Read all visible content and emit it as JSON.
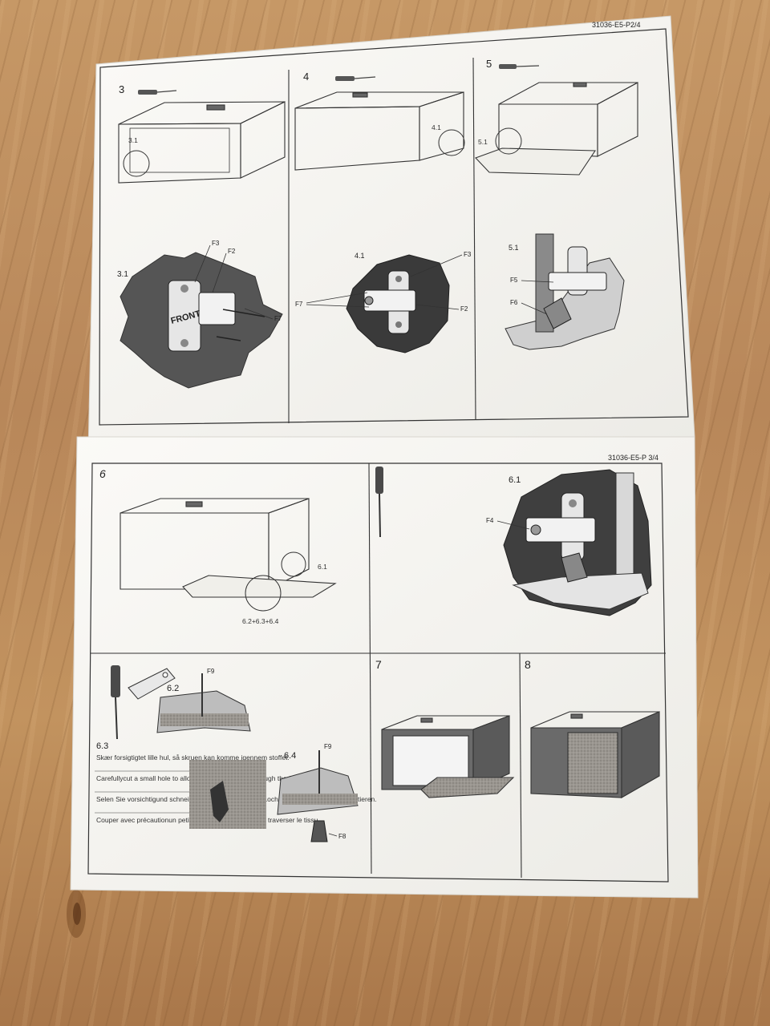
{
  "top_sheet": {
    "code": "31036-E5-P2/4",
    "panels": [
      {
        "step": "3",
        "subdetail": "3.1",
        "callouts": [
          "F3",
          "F2",
          "F7"
        ],
        "hinge_text": "FRONT"
      },
      {
        "step": "4",
        "subdetail": "4.1",
        "callouts": [
          "F3",
          "F7",
          "F2"
        ]
      },
      {
        "step": "5",
        "subdetail": "5.1",
        "callouts": [
          "F5",
          "F6"
        ]
      }
    ]
  },
  "bottom_sheet": {
    "code": "31036-E5-P 3/4",
    "step6": {
      "step": "6",
      "detail": "6.1",
      "combo": "6.2+6.3+6.4",
      "callout": "F4"
    },
    "step62": {
      "label": "6.2",
      "callout": "F9"
    },
    "step63": {
      "label": "6.3",
      "instructions": [
        "Skær forsigtigtet lille hul, så skruen kan komme igennem stoffet.",
        "Carefullycut a small hole to allow the screw to pass through the fabric.",
        "Selen Sie vorsichtigund schneiden Sie ein sehr kleines Loch, um die Schraube zu montieren.",
        "Couper avec précautionun petit trou pour que la vis peut traverser le tissu"
      ]
    },
    "step64": {
      "label": "6.4",
      "callouts": [
        "F9",
        "F8"
      ]
    },
    "step7": {
      "step": "7"
    },
    "step8": {
      "step": "8"
    }
  },
  "colors": {
    "wood": "#b98a5a",
    "paper": "#f6f5f1",
    "ink": "#222222",
    "detail_dark": "#4a4a4a"
  }
}
